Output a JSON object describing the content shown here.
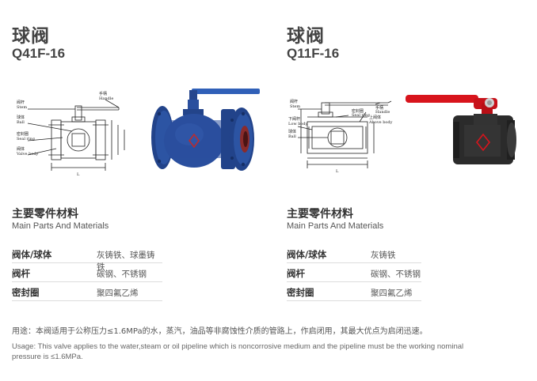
{
  "products": [
    {
      "title": "球阀",
      "model": "Q41F-16",
      "drawing_labels": [
        "手柄",
        "Handle",
        "阀杆",
        "Stem",
        "球体",
        "Ball",
        "密封圈",
        "Seal ring",
        "阀体",
        "Valve body",
        "L"
      ],
      "materials_title_cn": "主要零件材料",
      "materials_title_en": "Main Parts And Materials",
      "materials": [
        {
          "part": "阀体/球体",
          "material": "灰铸铁、球墨铸铁"
        },
        {
          "part": "阀杆",
          "material": "碳钢、不锈钢"
        },
        {
          "part": "密封圈",
          "material": "聚四氟乙烯"
        }
      ]
    },
    {
      "title": "球阀",
      "model": "Q11F-16",
      "drawing_labels": [
        "手柄",
        "Handle",
        "阀杆",
        "Stem",
        "密封圈",
        "Seal ring",
        "下阀杆",
        "Low body",
        "上阀体",
        "Above body",
        "球体",
        "Ball",
        "L"
      ],
      "materials_title_cn": "主要零件材料",
      "materials_title_en": "Main Parts And Materials",
      "materials": [
        {
          "part": "阀体/球体",
          "material": "灰铸铁"
        },
        {
          "part": "阀杆",
          "material": "碳钢、不锈钢"
        },
        {
          "part": "密封圈",
          "material": "聚四氟乙烯"
        }
      ]
    }
  ],
  "usage_cn": "用途：本阀适用于公称压力≤1.6MPa的水，蒸汽，油品等非腐蚀性介质的管路上，作启闭用，其最大优点为启闭迅速。",
  "usage_en": "Usage: This valve applies to the water,steam or oil pipeline which is noncorrosive medium and the pipeline must be the working nominal pressure is ≤1.6MPa.",
  "colors": {
    "valve_blue": "#2a4f9e",
    "handle_blue": "#3060b8",
    "handle_red": "#d8141c",
    "cast_black": "#2b2b2b"
  }
}
